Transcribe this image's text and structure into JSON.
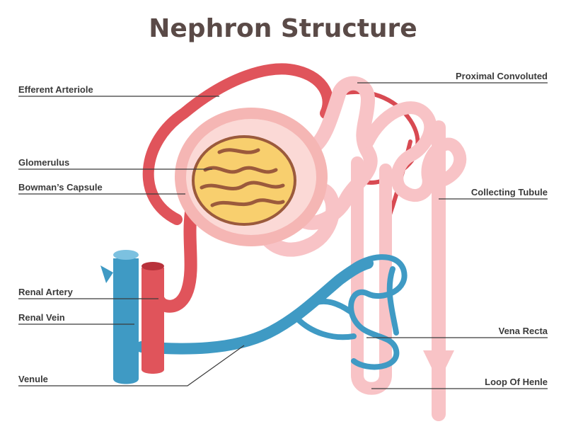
{
  "title": "Nephron Structure",
  "labels": {
    "efferent_arteriole": "Efferent Arteriole",
    "glomerulus": "Glomerulus",
    "bowmans_capsule": "Bowman’s Capsule",
    "renal_artery": "Renal Artery",
    "renal_vein": "Renal Vein",
    "venule": "Venule",
    "proximal_convoluted": "Proximal Convoluted",
    "collecting_tubule": "Collecting Tubule",
    "vena_recta": "Vena Recta",
    "loop_of_henle": "Loop Of Henle"
  },
  "colors": {
    "artery_red": "#e0545b",
    "vein_blue": "#3f9ac4",
    "tubule_pink": "#f8c3c6",
    "capsule_pink": "#f5b6b4",
    "glomerulus_yellow": "#f8cf6e",
    "glomerulus_brown": "#9b5a3c",
    "title_color": "#5a4a47",
    "line_color": "#3a3a3a"
  }
}
